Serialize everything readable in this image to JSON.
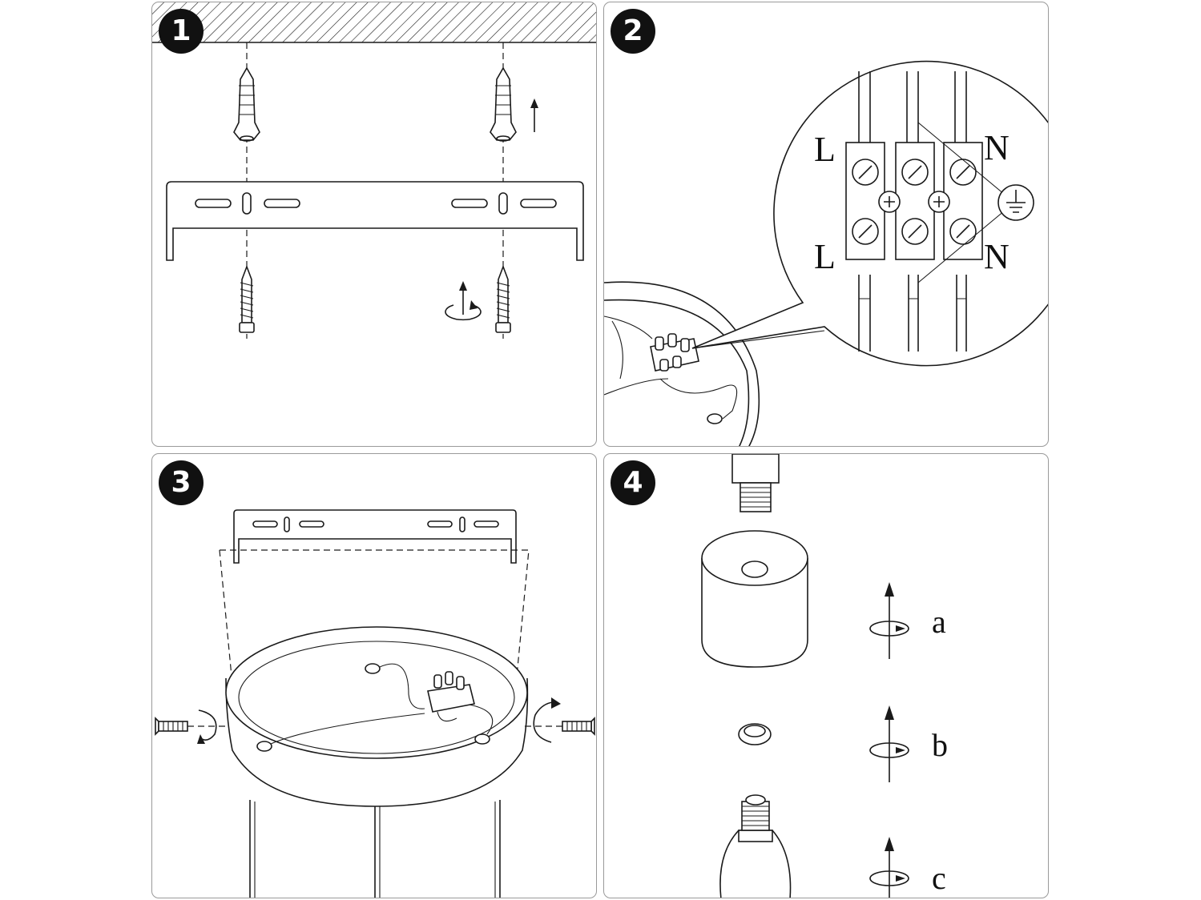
{
  "steps": [
    {
      "number": "1"
    },
    {
      "number": "2",
      "wiring_labels": {
        "top_left": "L",
        "bottom_left": "L",
        "top_right": "N",
        "bottom_right": "N"
      },
      "ground_symbol": "ground-icon"
    },
    {
      "number": "3"
    },
    {
      "number": "4",
      "substeps": [
        "a",
        "b",
        "c"
      ]
    }
  ],
  "icons": {
    "step_badge": "filled-circle-number",
    "rotate": "rotate-arrow-icon",
    "ground": "earth-ground-icon"
  },
  "colors": {
    "line": "#1a1a1a",
    "panel_border": "#9a9a9a",
    "badge": "#111111"
  }
}
